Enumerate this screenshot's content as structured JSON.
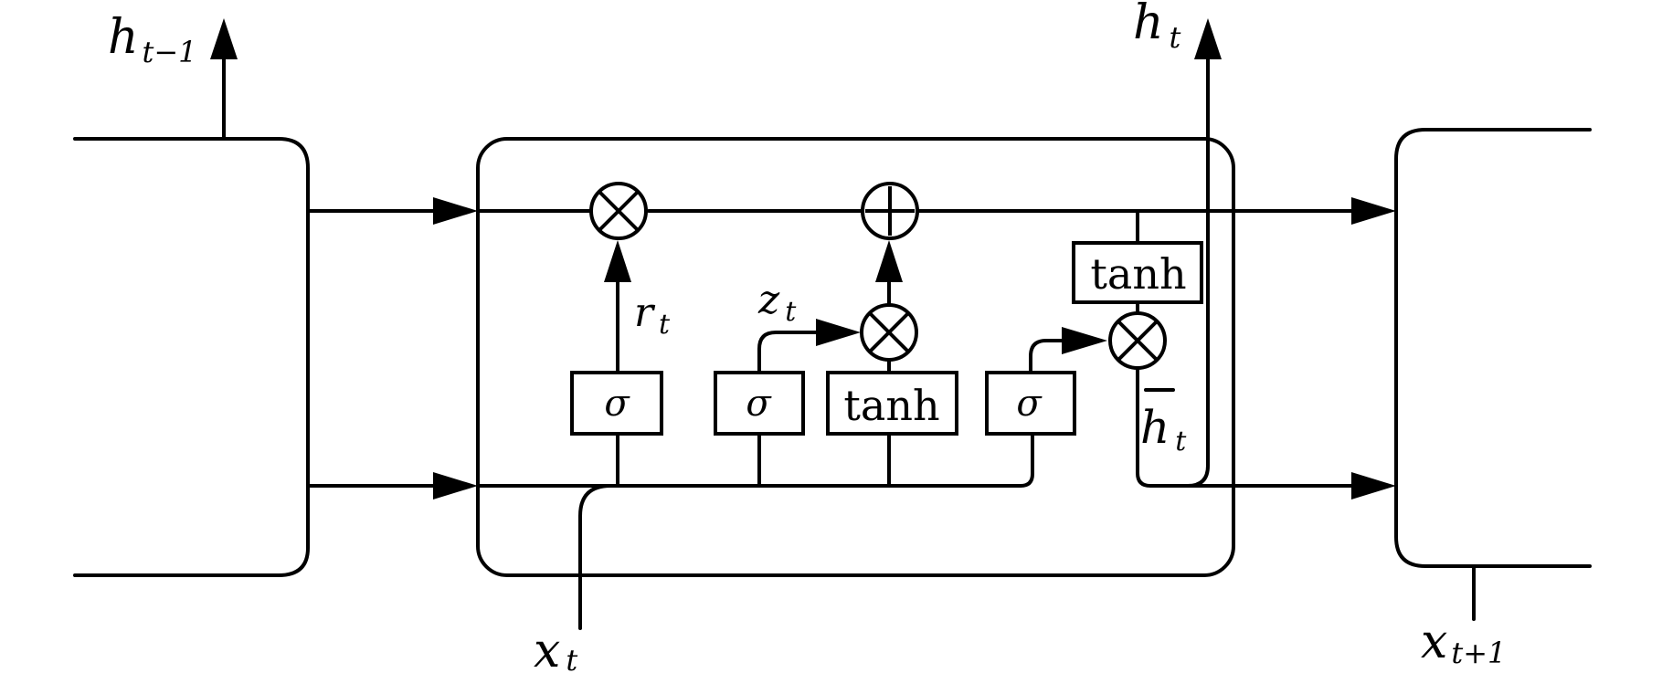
{
  "labels": {
    "h_prev": {
      "base": "h",
      "sub": "t−1"
    },
    "h_t": {
      "base": "h",
      "sub": "t"
    },
    "x_t": {
      "base": "x",
      "sub": "t"
    },
    "x_next": {
      "base": "x",
      "sub": "t+1"
    },
    "r_t": {
      "base": "r",
      "sub": "t"
    },
    "z_t": {
      "base": "z",
      "sub": "t"
    },
    "h_bar_t": {
      "base": "h",
      "sub": "t"
    }
  },
  "gates": {
    "sigma_reset": "σ",
    "sigma_update": "σ",
    "tanh_candidate": "tanh",
    "sigma_third": "σ",
    "tanh_output": "tanh"
  }
}
